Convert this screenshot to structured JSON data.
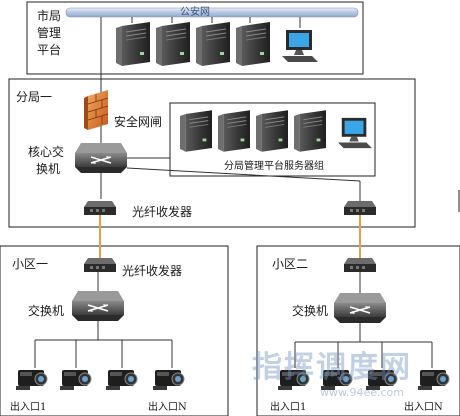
{
  "city": {
    "label_l1": "市局",
    "label_l2": "管理",
    "label_l3": "平台",
    "network_label": "公安网"
  },
  "branch": {
    "label": "分局一",
    "firewall_label": "安全网闸",
    "core_switch_l1": "核心交",
    "core_switch_l2": "换机",
    "server_group_label": "分局管理平台服务器组",
    "transceiver_label": "光纤收发器"
  },
  "district1": {
    "label": "小区一",
    "transceiver_label": "光纤收发器",
    "switch_label": "交换机",
    "cam_left_label": "出入口1",
    "cam_right_label": "出入口N"
  },
  "district2": {
    "label": "小区二",
    "switch_label": "交换机",
    "cam_left_label": "出入口1",
    "cam_right_label": "出入口N"
  },
  "watermark": {
    "main": "指挥调度网",
    "sub": "www.94ee.com"
  },
  "colors": {
    "fiber": "#e8a046",
    "box": "#404040",
    "bus": "#c4d2e8"
  }
}
